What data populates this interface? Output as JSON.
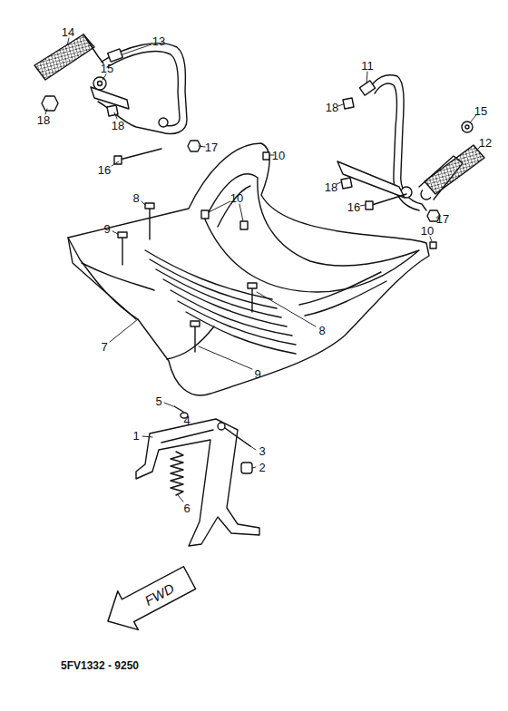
{
  "diagram": {
    "nodes": [
      {
        "text": [
          "FWD"
        ]
      }
    ],
    "labels": [
      "14",
      "15",
      "13",
      "18",
      "18",
      "16",
      "17",
      "11",
      "18",
      "15",
      "12",
      "18",
      "16",
      "17",
      "10",
      "10",
      "10",
      "8",
      "9",
      "8",
      "7",
      "9",
      "5",
      "4",
      "1",
      "3",
      "2",
      "6",
      "5FV1332 - 9250"
    ]
  }
}
